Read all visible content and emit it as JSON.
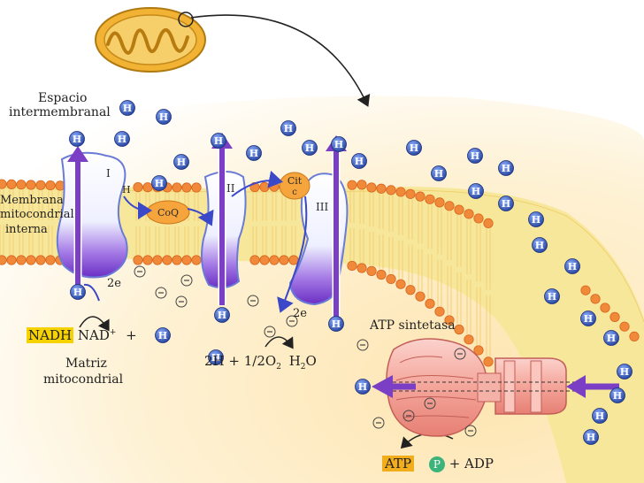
{
  "labels": {
    "espacio": "Espacio",
    "intermembranal": "intermembranal",
    "membrana1": "Membrana",
    "membrana2": "mitocondrial",
    "membrana3": "interna",
    "matriz1": "Matriz",
    "matriz2": "mitocondrial",
    "nadh": "NADH",
    "nad": "NAD",
    "plus_h": "+",
    "atp_sintetasa": "ATP sintetasa",
    "atp": "ATP",
    "p": "P",
    "plus_adp": "+ ADP",
    "two_h": "2H",
    "half_o2": "+ 1/2O",
    "h2o": "H",
    "h2o_o": "O",
    "sub2": "2",
    "two_e_1": "2e",
    "two_e_2": "2e"
  },
  "complexes": {
    "c1": "I",
    "c2": "II",
    "c3": "III",
    "coq": "CoQ",
    "cit_line1": "Cit",
    "cit_line2": "c",
    "h_small": "H"
  },
  "ion_symbol": "H",
  "minus_symbol": "-",
  "colors": {
    "membrane_band": "#f7e79a",
    "phospholipid_head": "#f0893a",
    "proton": "#2e4fae",
    "arrow_purple": "#7a3fc4",
    "complex_fill": "#ffffff",
    "complex_shade": "#8b4cd6",
    "atp_synthase": "#f3a9a0",
    "mitochondrion": "#f2b233",
    "highlight_yellow": "#f5d200",
    "highlight_orange": "#f1ad1b",
    "phosphate_green": "#3bb37a"
  }
}
